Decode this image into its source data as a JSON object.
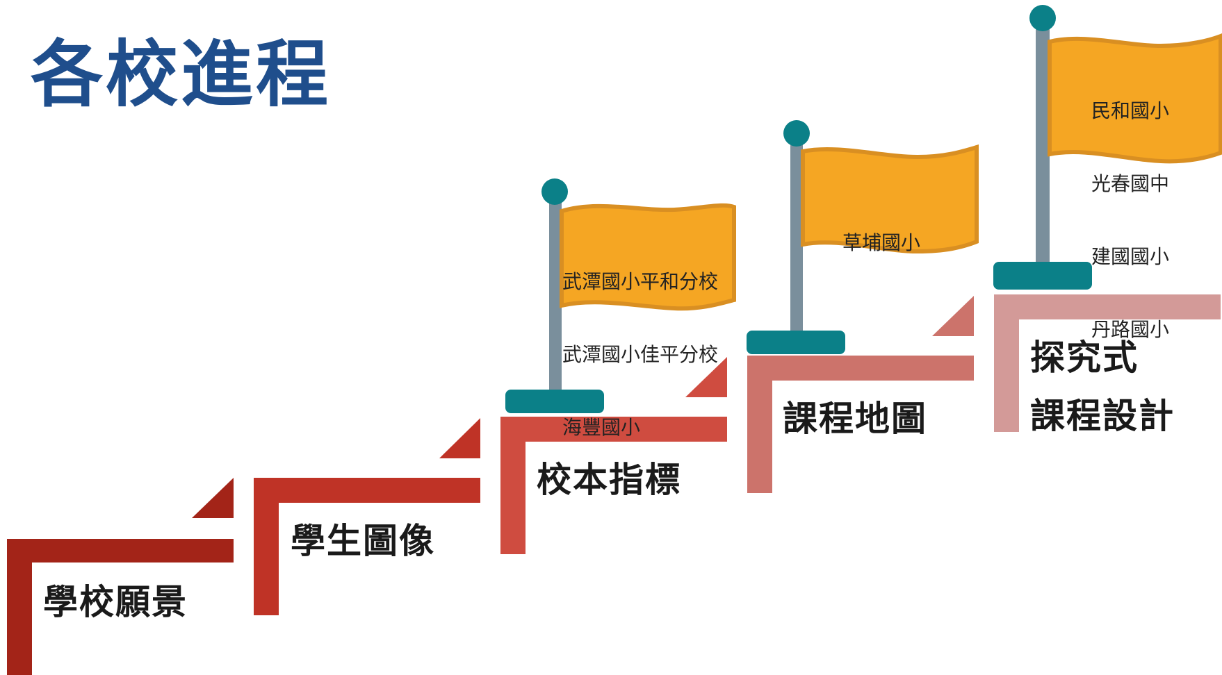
{
  "title": "各校進程",
  "steps": [
    {
      "label": "學校願景",
      "color": "#a32418"
    },
    {
      "label": "學生圖像",
      "color": "#bf3326"
    },
    {
      "label": "校本指標",
      "color": "#cf4c40"
    },
    {
      "label": "課程地圖",
      "color": "#cc736b"
    },
    {
      "label_line1": "探究式",
      "label_line2": "課程設計",
      "color": "#d39a98"
    }
  ],
  "flags": [
    {
      "schools": [
        "武潭國小平和分校",
        "武潭國小佳平分校",
        "海豐國小"
      ]
    },
    {
      "schools": [
        "草埔國小"
      ]
    },
    {
      "schools": [
        "民和國小",
        "光春國中",
        "建國國小",
        "丹路國小"
      ]
    }
  ],
  "colors": {
    "title": "#1f4e8c",
    "flag_fill": "#f5a623",
    "flag_border": "#d98f22",
    "pole": "#7a8f9c",
    "base": "#0b8088"
  }
}
